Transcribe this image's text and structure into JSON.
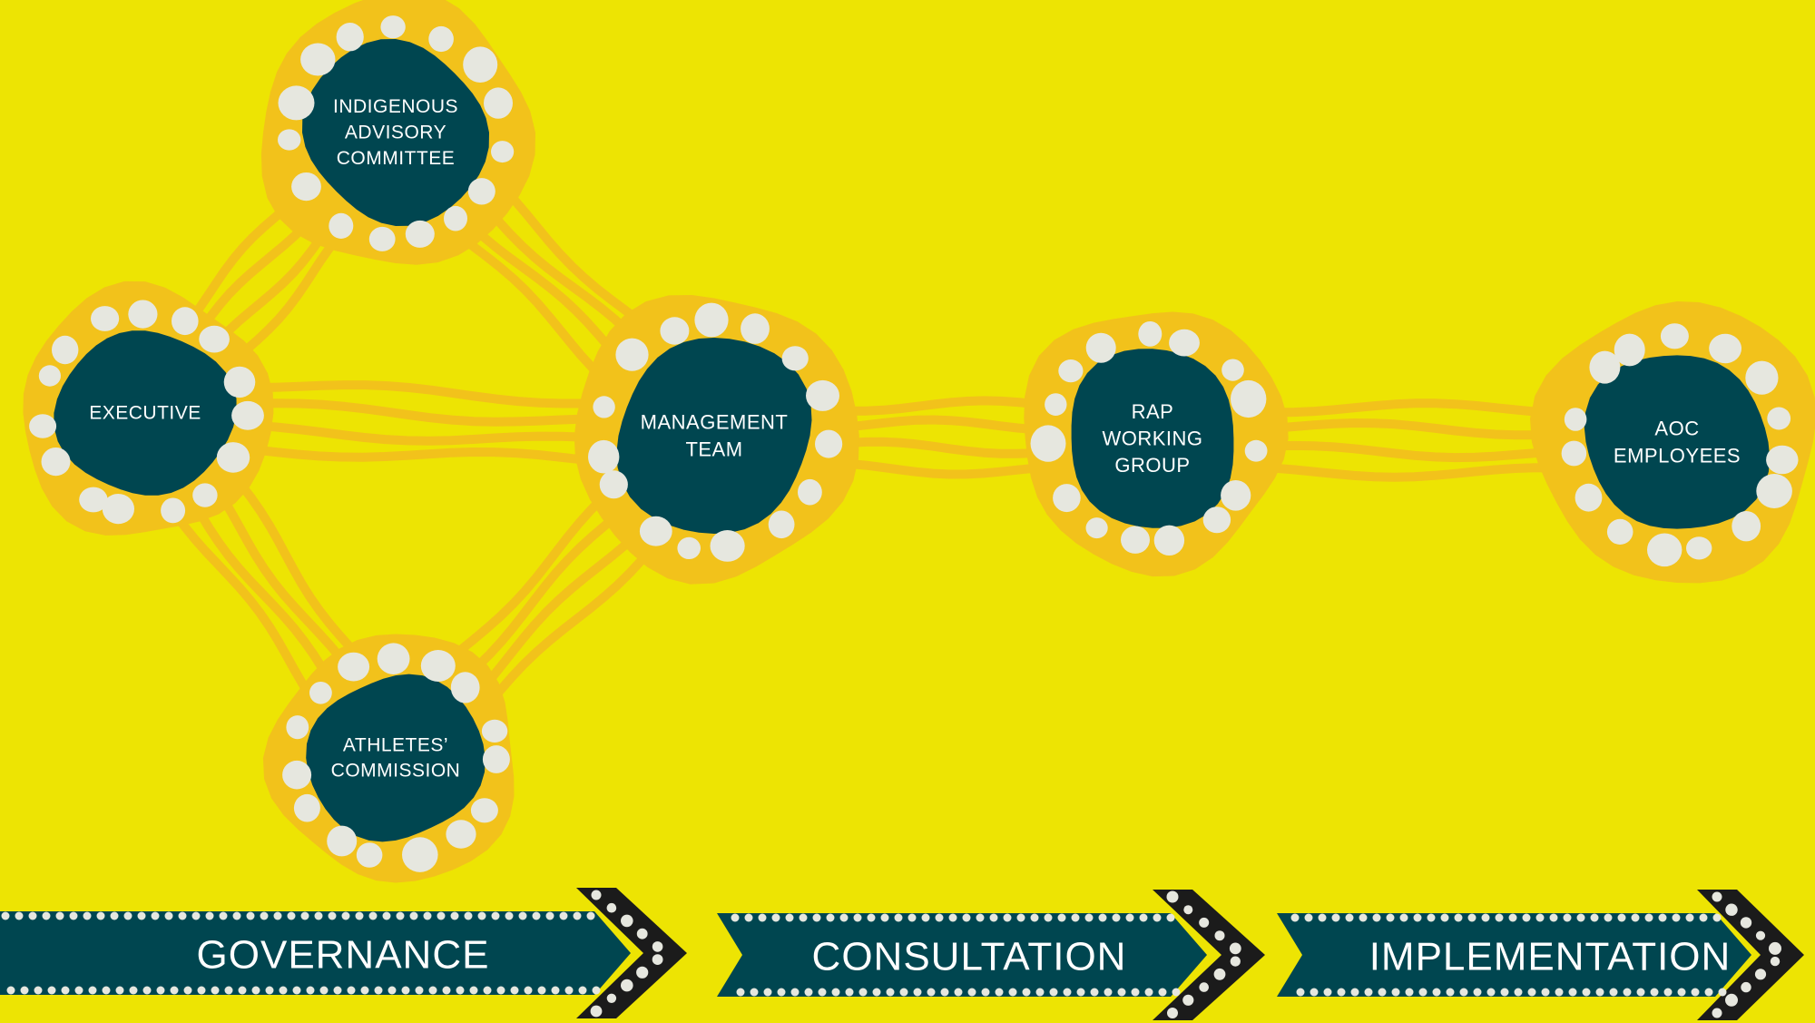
{
  "diagram": {
    "colors": {
      "background": "#EDE403",
      "halo": "#F2C21B",
      "node_fill": "#004650",
      "dot": "#E6E7DF",
      "text": "#FFFFFF",
      "arrow_stripe": "#1B1B1B"
    },
    "nodes": [
      {
        "id": "indigenous-advisory-committee",
        "lines": [
          "INDIGENOUS",
          "ADVISORY",
          "COMMITTEE"
        ]
      },
      {
        "id": "executive",
        "lines": [
          "EXECUTIVE"
        ]
      },
      {
        "id": "management-team",
        "lines": [
          "MANAGEMENT",
          "TEAM"
        ]
      },
      {
        "id": "rap-working-group",
        "lines": [
          "RAP",
          "WORKING",
          "GROUP"
        ]
      },
      {
        "id": "aoc-employees",
        "lines": [
          "AOC",
          "EMPLOYEES"
        ]
      },
      {
        "id": "athletes-commission",
        "lines": [
          "ATHLETES’",
          "COMMISSION"
        ]
      }
    ],
    "connections": [
      {
        "from": "executive",
        "to": "indigenous-advisory-committee"
      },
      {
        "from": "executive",
        "to": "management-team"
      },
      {
        "from": "executive",
        "to": "athletes-commission"
      },
      {
        "from": "indigenous-advisory-committee",
        "to": "management-team"
      },
      {
        "from": "athletes-commission",
        "to": "management-team"
      },
      {
        "from": "management-team",
        "to": "rap-working-group"
      },
      {
        "from": "rap-working-group",
        "to": "aoc-employees"
      }
    ],
    "stages": [
      {
        "id": "governance",
        "label": "GOVERNANCE"
      },
      {
        "id": "consultation",
        "label": "CONSULTATION"
      },
      {
        "id": "implementation",
        "label": "IMPLEMENTATION"
      }
    ]
  }
}
